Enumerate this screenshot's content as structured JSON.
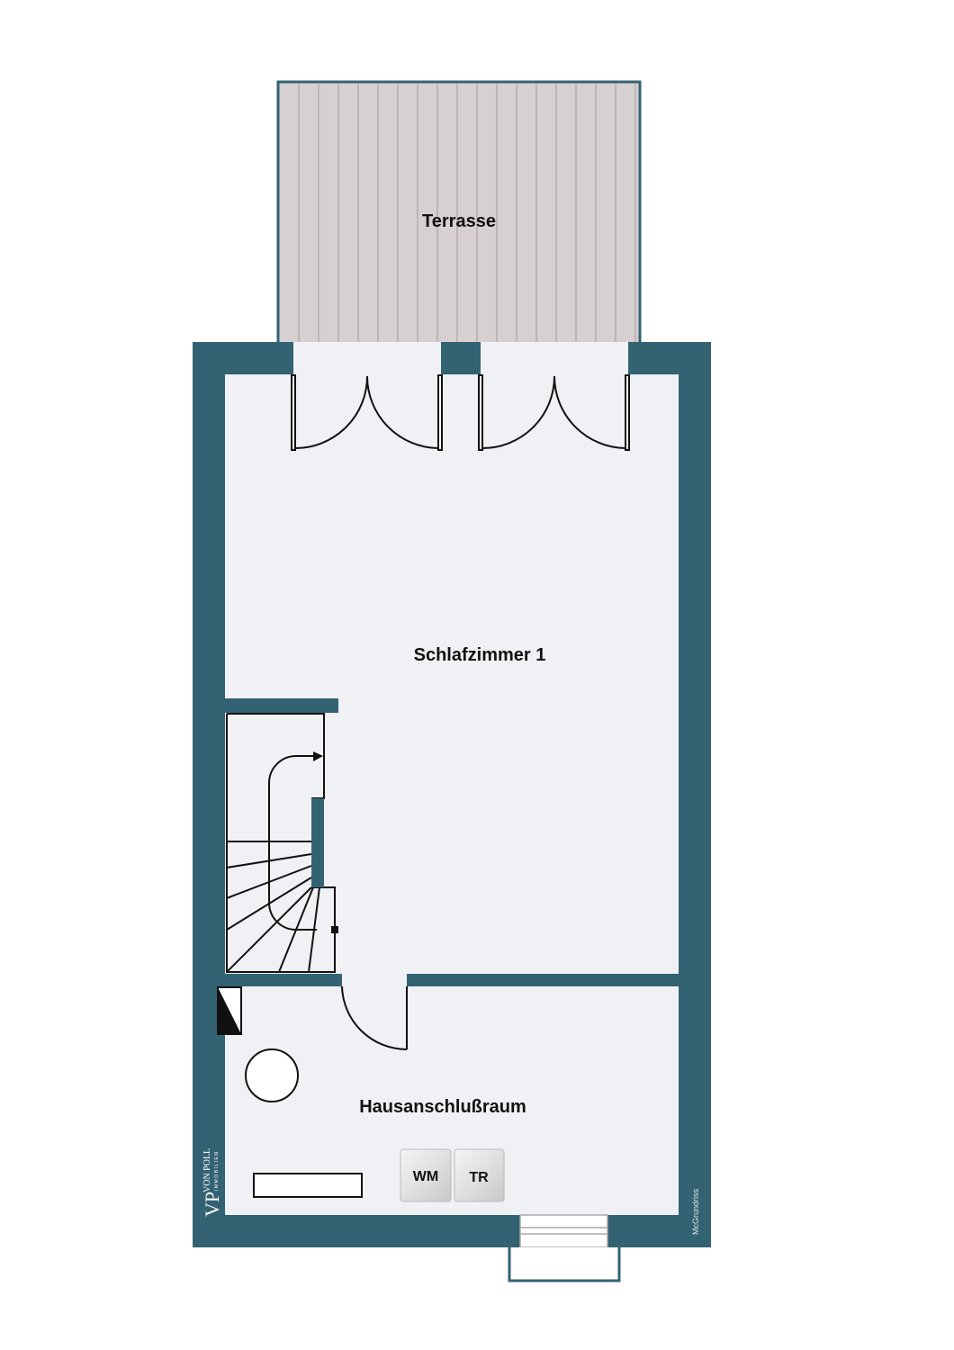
{
  "rooms": {
    "terrace": "Terrasse",
    "bedroom": "Schlafzimmer 1",
    "utility": "Hausanschlußraum"
  },
  "appliances": {
    "washer": "WM",
    "dryer": "TR"
  },
  "logo": {
    "monogram": "VP",
    "name": "VON POLL",
    "subtitle": "IMMOBILIEN"
  },
  "credit": "McGrundriss",
  "colors": {
    "wall": "#336273",
    "floor": "#f0f1f5",
    "terrace": "#d6d0d0"
  }
}
